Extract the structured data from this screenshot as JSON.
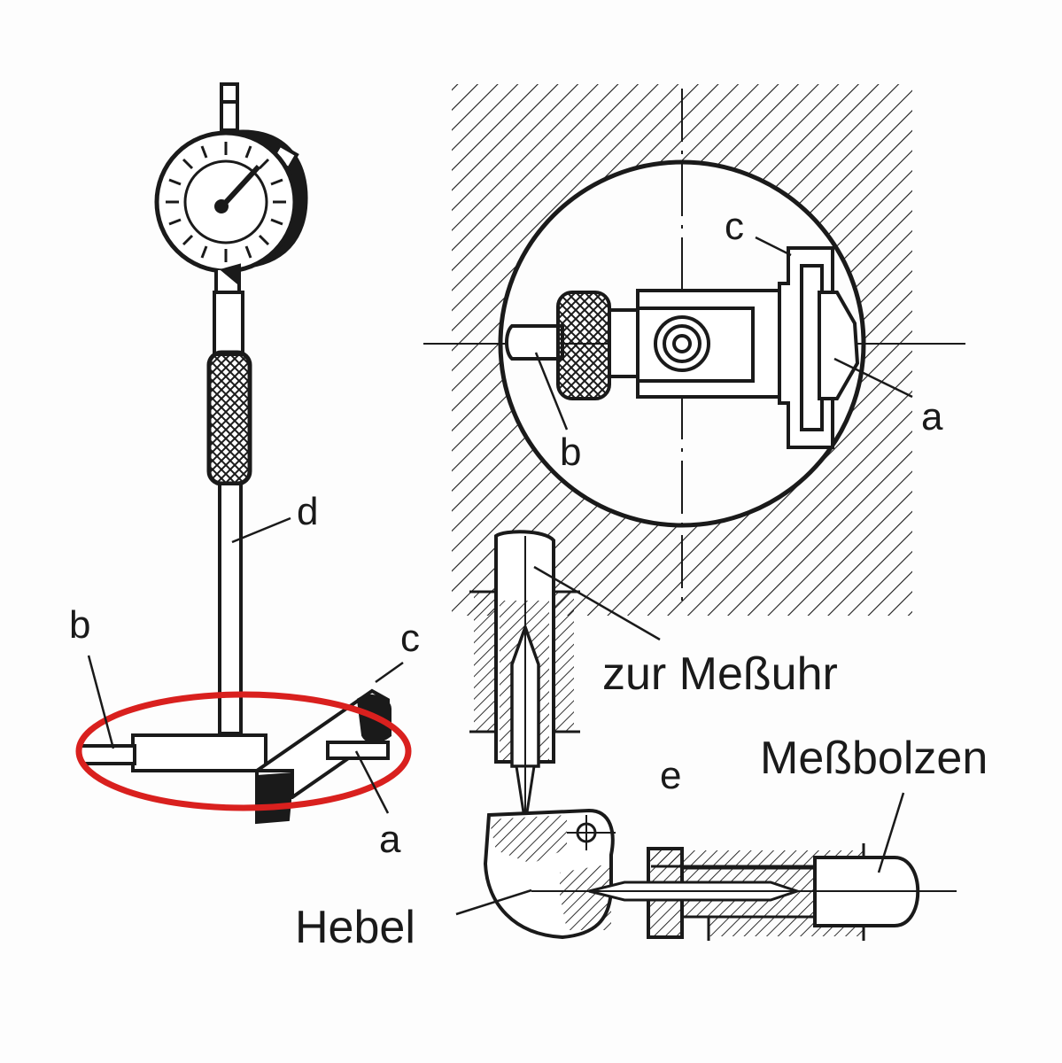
{
  "labels": {
    "gauge_d": "d",
    "gauge_b": "b",
    "gauge_c": "c",
    "gauge_a": "a",
    "circle_c": "c",
    "circle_a": "a",
    "circle_b": "b",
    "section_to_dial": "zur Meßuhr",
    "section_e": "e",
    "section_pin": "Meßbolzen",
    "section_lever": "Hebel"
  },
  "colors": {
    "ink": "#1a1a1a",
    "highlight_ellipse": "#d9201e",
    "paper": "#fdfdfd"
  }
}
